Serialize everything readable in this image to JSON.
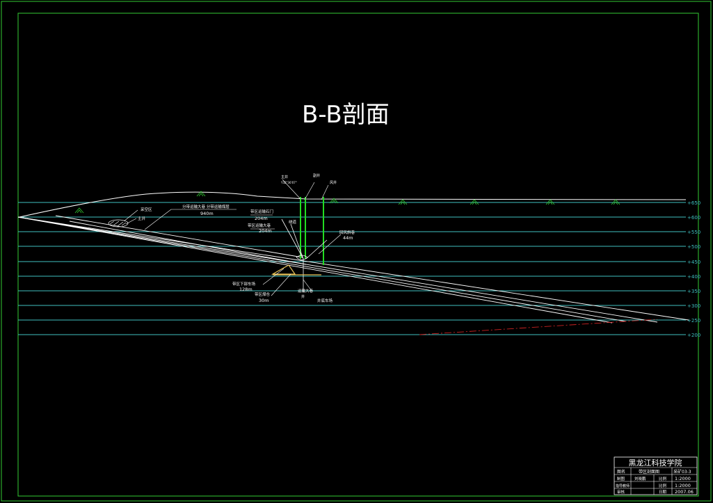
{
  "drawing": {
    "title": "B-B剖面",
    "colors": {
      "background": "#000000",
      "frame": "#33cc33",
      "level_line": "#3fbfbf",
      "strata": "#ffffff",
      "shaft": "#22dd22",
      "fault": "#cc2222",
      "label": "#ffffff"
    },
    "elevations": [
      "+650",
      "+600",
      "+550",
      "+500",
      "+450",
      "+400",
      "+350",
      "+300",
      "+250",
      "+200"
    ],
    "annotations": {
      "left_feature": "采空区",
      "left_feature_2": "主井",
      "incline_top": "分带运输大巷  分带运输煤层",
      "incline_top_len": "940m",
      "mid_label_1": "带区运输石门",
      "mid_len_1": "204m",
      "mid_label_2": "带区运输大巷",
      "mid_len_2": "204m",
      "mid_label_3": "绕道",
      "right_label": "回风斜巷",
      "right_len": "44m",
      "shaft_1": "主井",
      "shaft_1_info": "Y32°36'07\"",
      "shaft_2": "副井",
      "shaft_3": "风井",
      "lower_label_1": "带区下部车场",
      "lower_len_1": "128m",
      "lower_label_2": "带区煤仓",
      "lower_len_2": "30m",
      "lower_label_3": "运输大巷",
      "lower_label_4": "井底车场",
      "lower_label_5": "井"
    },
    "title_block": {
      "school": "黑龙江科技学院",
      "row1": [
        "图名",
        "带区剖面图",
        "采矿03-3"
      ],
      "row2": [
        "制图",
        "刘晓鹏",
        "比例",
        "1:2000"
      ],
      "row3": [
        "指导教师",
        "",
        "比例",
        "1:2000"
      ],
      "row4": [
        "审核",
        "",
        "日期",
        "2007.06"
      ]
    }
  }
}
